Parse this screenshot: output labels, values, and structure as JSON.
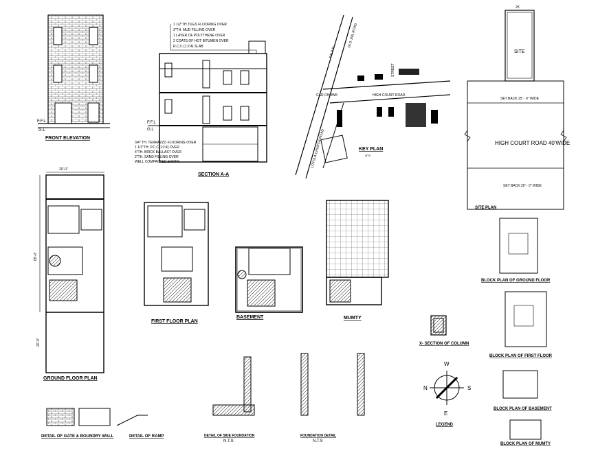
{
  "titles": {
    "front_elevation": "FRONT ELEVATION",
    "section_aa": "SECTION A-A",
    "key_plan": "KEY PLAN",
    "site_plan": "SITE PLAN",
    "ground_floor_plan": "GROUND FLOOR PLAN",
    "first_floor_plan": "FIRST FLOOR PLAN",
    "basement": "BASEMENT",
    "mumty": "MUMTY",
    "block_ground": "BLOCK PLAN OF GROUND FLOOR",
    "block_first": "BLOCK PLAN OF FIRST FLOOR",
    "block_basement": "BLOCK PLAN OF BASEMENT",
    "block_mumty": "BLOCK PLAN OF MUMTY",
    "x_section_column": "X- SECTION OF COLUMN",
    "legend": "LEGEND",
    "detail_gate": "DETAIL OF GATE & BOUNDRY WALL",
    "detail_ramp": "DETAIL OF RAMP",
    "detail_side_foundation": "DETAIL OF SIDE FOUNDATION",
    "foundation_detail": "FOUNDATION DETAIL"
  },
  "section_notes_top": [
    "1 1/2\"TH.TILES FLOORING OVER",
    "3\"TH. MUD FILLING OVER",
    "1 LAYER OF POLYTHENE OVER",
    "2 COATS OF HOT BITUMEN OVER",
    "R.C.C (1:2:4) SLAB"
  ],
  "section_notes_bottom": [
    "3/4\" TH. TERRAZZO FLOORING OVER",
    "1 1/2\"TH. P.C.C(1:2:4) OVER",
    "4\"TH. BRICK BALLAST OVER",
    "2\"TH. SAND FILLING OVER",
    "WELL COMPACTED EARTH"
  ],
  "elevation_marks": {
    "ffl": "F.F.L",
    "gl": "G.L"
  },
  "key_plan_labels": {
    "road1": "P.D.A.D",
    "road2": "OLD JAIL ROAD",
    "road3": "LOYOLA CHURCH ROAD",
    "cross": "CAR CHOWK",
    "street": "STREET",
    "high_court": "HIGH COURT ROAD"
  },
  "site_plan_labels": {
    "top_dim": "25'",
    "site": "SITE",
    "setback_top": "SET BACK 25' - 0\" WIDE",
    "road": "HIGH COURT ROAD 40'WIDE",
    "setback_bottom": "SET BACK 20' - 0\" WIDE"
  },
  "ground_plan_dims": {
    "width": "20'-0\"",
    "depth": "65'-0\"",
    "lower": "20'-0\""
  },
  "compass": {
    "n": "N",
    "s": "S",
    "e": "E",
    "w": "W"
  },
  "misc": {
    "nts1": "N.T.S",
    "nts2": "N.T.S",
    "key_scale": "NTS"
  }
}
